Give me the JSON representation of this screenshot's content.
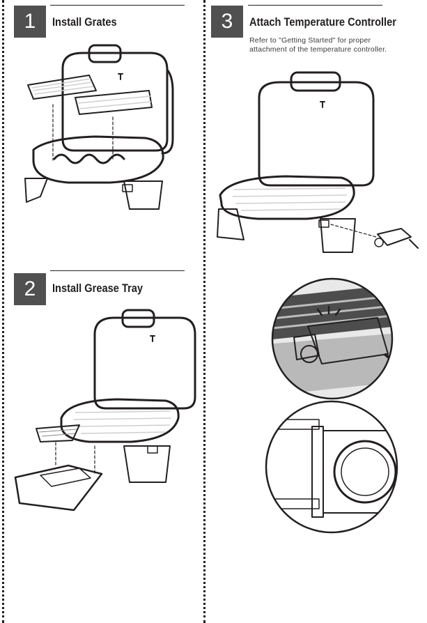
{
  "steps": [
    {
      "number": "1",
      "title": "Install Grates"
    },
    {
      "number": "2",
      "title": "Install Grease Tray"
    },
    {
      "number": "3",
      "title": "Attach Temperature Controller",
      "note": "Refer to \"Getting Started\" for proper attachment of the temperature controller."
    }
  ],
  "colors": {
    "badge": "#505050",
    "metal": "#b9b9b9",
    "dark": "#6a6a6a",
    "line": "#231f20"
  }
}
